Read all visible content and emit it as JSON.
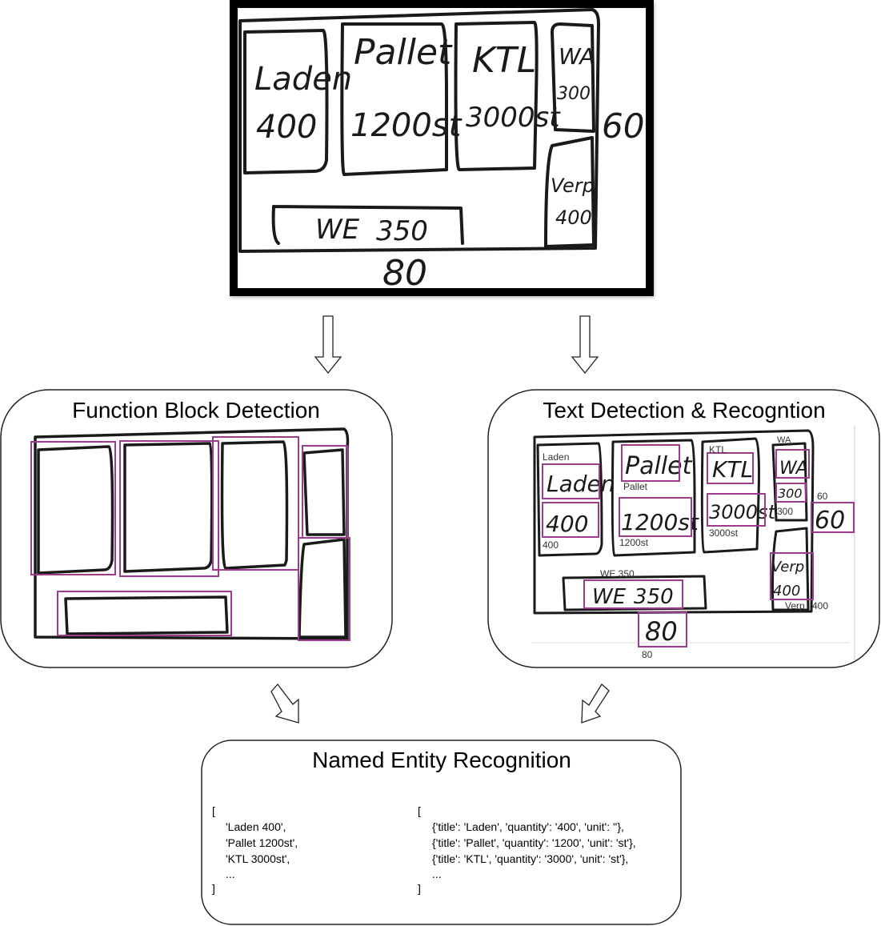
{
  "sketch": {
    "blocks": [
      {
        "name": "Laden",
        "qty": "400"
      },
      {
        "name": "Pallet",
        "qty": "1200st"
      },
      {
        "name": "KTL",
        "qty": "3000st"
      },
      {
        "name": "WA",
        "qty": "300"
      },
      {
        "name": "Verp",
        "qty": "400"
      },
      {
        "name": "WE",
        "qty": "350"
      }
    ],
    "dim_height": "60",
    "dim_width": "80"
  },
  "fbd": {
    "title": "Function Block Detection"
  },
  "tdr": {
    "title": "Text Detection & Recogntion",
    "ocr_labels": {
      "laden": "Laden",
      "laden_qty": "400",
      "pallet": "Pallet",
      "pallet_qty": "1200st",
      "ktl": "KTL",
      "ktl_qty": "3000st",
      "wa": "WA",
      "wa_qty": "300",
      "sixty": "60",
      "we": "WE 350",
      "verp": "Verp",
      "verp_qty": "400",
      "eighty": "80"
    }
  },
  "ner": {
    "title": "Named Entity Recognition",
    "input_lines": [
      "[",
      "'Laden 400',",
      "'Pallet 1200st',",
      "'KTL 3000st',",
      "...",
      "]"
    ],
    "output_lines": [
      "[",
      "{'title': 'Laden', 'quantity': '400', 'unit': ''},",
      "{'title': 'Pallet', 'quantity': '1200', 'unit': 'st'},",
      "{'title': 'KTL', 'quantity': '3000', 'unit': 'st'},",
      "...",
      "]"
    ]
  },
  "colors": {
    "box": "#9b3c8f",
    "stroke": "#1a1a1a",
    "frame": "#000000"
  }
}
